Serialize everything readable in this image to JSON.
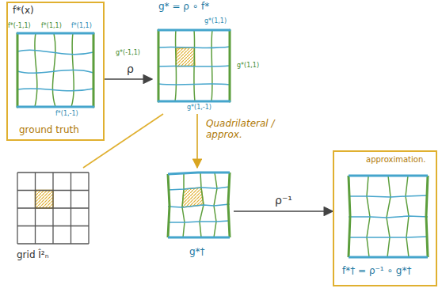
{
  "diagram": {
    "nodes": [
      {
        "text": [
          "f*(x)",
          "ground truth"
        ]
      },
      {
        "text": [
          "g* = ρ ∘ f*"
        ]
      },
      {
        "text": [
          "grid Î²ₙ"
        ]
      },
      {
        "text": [
          "g*†"
        ]
      },
      {
        "text": [
          "approximation.",
          "f*† = ρ⁻¹ ∘ g*†"
        ]
      }
    ],
    "edges": [
      {
        "from": 0,
        "to": 1,
        "label": "ρ",
        "arrow": "to"
      },
      {
        "from": 1,
        "to": 2,
        "arrow": "none"
      },
      {
        "from": 1,
        "to": 3,
        "label": "Quadrilateral / approx.",
        "arrow": "to"
      },
      {
        "from": 3,
        "to": 4,
        "label": "ρ⁻¹",
        "arrow": "to"
      }
    ],
    "labels": [
      "f*(-1,1)",
      "f*(1,1)",
      "f*(1,1)",
      "f*(1,-1)",
      "g*(1,1)",
      "g*(-1,1)",
      "g*(1,1)",
      "g*(1,-1)"
    ]
  }
}
